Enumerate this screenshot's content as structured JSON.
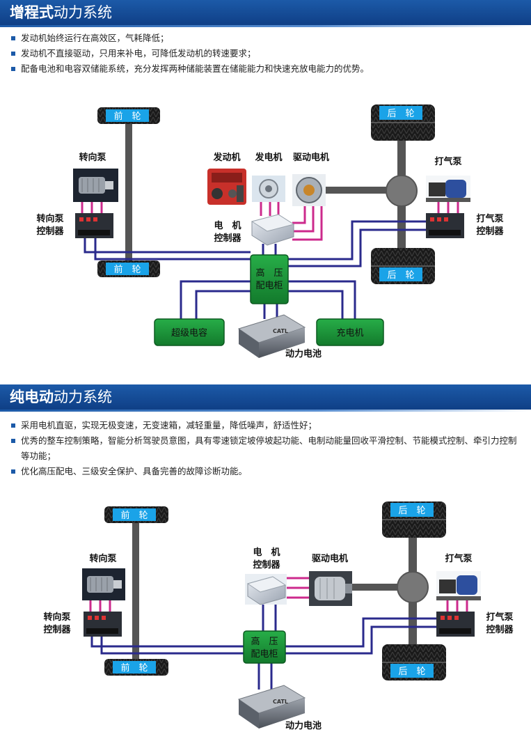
{
  "section1": {
    "title_bold": "增程式",
    "title_rest": "动力系统",
    "bullets": [
      "发动机始终运行在高效区，气耗降低；",
      "发动机不直接驱动，只用来补电，可降低发动机的转速要求；",
      "配备电池和电容双储能系统，充分发挥两种储能装置在储能能力和快速充放电能力的优势。"
    ],
    "labels": {
      "front_wheel_top": "前　轮",
      "front_wheel_bottom": "前　轮",
      "rear_wheel_top": "后　轮",
      "rear_wheel_bottom": "后　轮",
      "steering_pump": "转向泵",
      "steering_pump_controller_1": "转向泵",
      "steering_pump_controller_2": "控制器",
      "engine": "发动机",
      "generator": "发电机",
      "drive_motor": "驱动电机",
      "motor_controller_1": "电　机",
      "motor_controller_2": "控制器",
      "air_pump": "打气泵",
      "air_pump_controller_1": "打气泵",
      "air_pump_controller_2": "控制器",
      "hv_cabinet_1": "高　压",
      "hv_cabinet_2": "配电柜",
      "supercapacitor": "超级电容",
      "charger": "充电机",
      "battery": "动力电池",
      "battery_brand": "CATL"
    }
  },
  "section2": {
    "title_bold": "纯电动",
    "title_rest": "动力系统",
    "bullets": [
      "采用电机直驱，实现无极变速，无变速箱，减轻重量，降低噪声，舒适性好；",
      "优秀的整车控制策略，智能分析驾驶员意图，具有零速锁定坡停坡起功能、电制动能量回收平滑控制、节能模式控制、牵引力控制等功能；",
      "优化高压配电、三级安全保护、具备完善的故障诊断功能。"
    ],
    "labels": {
      "front_wheel_top": "前　轮",
      "front_wheel_bottom": "前　轮",
      "rear_wheel_top": "后　轮",
      "rear_wheel_bottom": "后　轮",
      "steering_pump": "转向泵",
      "steering_pump_controller_1": "转向泵",
      "steering_pump_controller_2": "控制器",
      "motor_controller_1": "电　机",
      "motor_controller_2": "控制器",
      "drive_motor": "驱动电机",
      "air_pump": "打气泵",
      "air_pump_controller_1": "打气泵",
      "air_pump_controller_2": "控制器",
      "hv_cabinet_1": "高　压",
      "hv_cabinet_2": "配电柜",
      "battery": "动力电池",
      "battery_brand": "CATL"
    }
  },
  "colors": {
    "header": "#1c5aa8",
    "axle": "#555555",
    "wire_blue": "#2a2a8c",
    "wire_pink": "#cc2a8c",
    "green_box": "#1e9a3c",
    "wheel_label": "#1aa3e8",
    "tire": "#1a1a1a"
  }
}
